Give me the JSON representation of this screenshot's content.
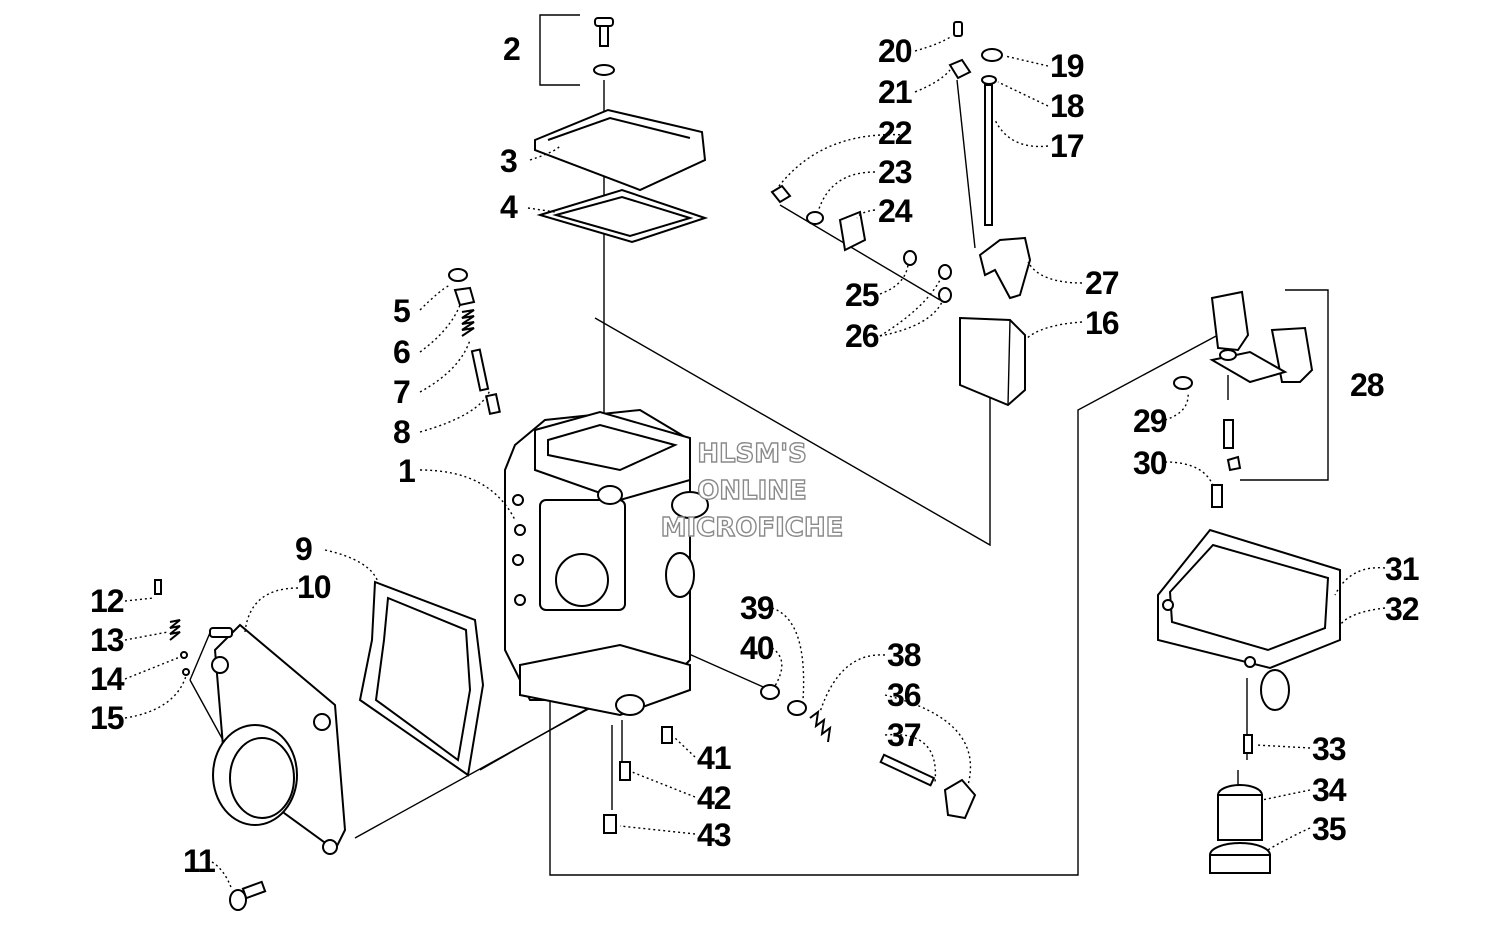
{
  "watermark": {
    "line1": "HLSM'S",
    "line2": "ONLINE",
    "line3": "MICROFICHE"
  },
  "callouts": {
    "c1": "1",
    "c2": "2",
    "c3": "3",
    "c4": "4",
    "c5": "5",
    "c6": "6",
    "c7": "7",
    "c8": "8",
    "c9": "9",
    "c10": "10",
    "c11": "11",
    "c12": "12",
    "c13": "13",
    "c14": "14",
    "c15": "15",
    "c16": "16",
    "c17": "17",
    "c18": "18",
    "c19": "19",
    "c20": "20",
    "c21": "21",
    "c22": "22",
    "c23": "23",
    "c24": "24",
    "c25": "25",
    "c26": "26",
    "c27": "27",
    "c28": "28",
    "c29": "29",
    "c30": "30",
    "c31": "31",
    "c32": "32",
    "c33": "33",
    "c34": "34",
    "c35": "35",
    "c36": "36",
    "c37": "37",
    "c38": "38",
    "c39": "39",
    "c40": "40",
    "c41": "41",
    "c42": "42",
    "c43": "43"
  }
}
